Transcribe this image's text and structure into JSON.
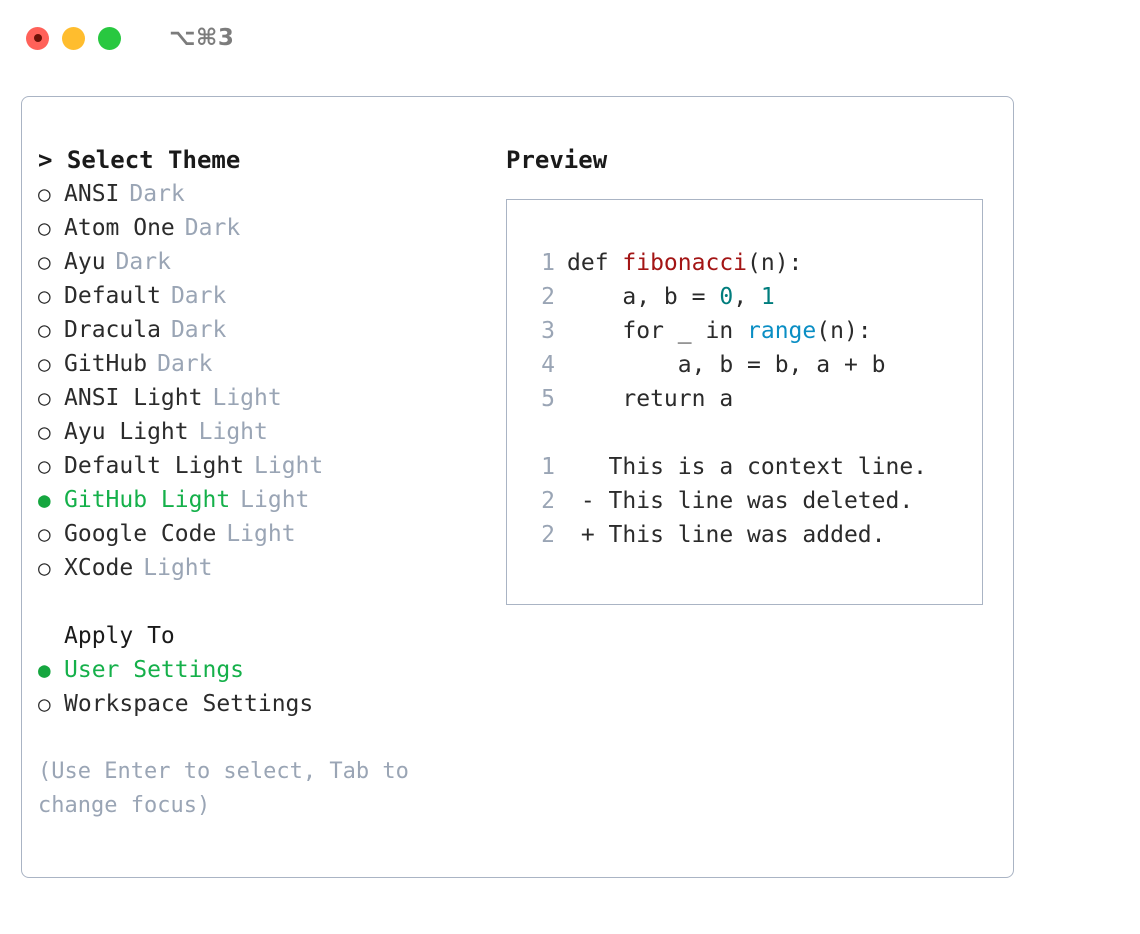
{
  "window": {
    "shortcut": "⌥⌘3",
    "traffic_lights": [
      {
        "name": "close",
        "color": "#ff6159"
      },
      {
        "name": "minimize",
        "color": "#ffbd2e"
      },
      {
        "name": "maximize",
        "color": "#28c840"
      }
    ]
  },
  "theme_picker": {
    "caret": ">",
    "title": "Select Theme",
    "marker_unselected": "○",
    "marker_selected": "●",
    "items": [
      {
        "label": "ANSI",
        "tag": "Dark",
        "selected": false
      },
      {
        "label": "Atom One",
        "tag": "Dark",
        "selected": false
      },
      {
        "label": "Ayu",
        "tag": "Dark",
        "selected": false
      },
      {
        "label": "Default",
        "tag": "Dark",
        "selected": false
      },
      {
        "label": "Dracula",
        "tag": "Dark",
        "selected": false
      },
      {
        "label": "GitHub",
        "tag": "Dark",
        "selected": false
      },
      {
        "label": "ANSI Light",
        "tag": "Light",
        "selected": false
      },
      {
        "label": "Ayu Light",
        "tag": "Light",
        "selected": false
      },
      {
        "label": "Default Light",
        "tag": "Light",
        "selected": false
      },
      {
        "label": "GitHub Light",
        "tag": "Light",
        "selected": true
      },
      {
        "label": "Google Code",
        "tag": "Light",
        "selected": false
      },
      {
        "label": "XCode",
        "tag": "Light",
        "selected": false
      }
    ]
  },
  "apply_to": {
    "title": "Apply To",
    "items": [
      {
        "label": "User Settings",
        "selected": true
      },
      {
        "label": "Workspace Settings",
        "selected": false
      }
    ]
  },
  "hint": "(Use Enter to select, Tab to change focus)",
  "preview": {
    "title": "Preview",
    "code_lines": [
      {
        "num": "1",
        "indent": "",
        "segments": [
          {
            "text": "def ",
            "style": "plain"
          },
          {
            "text": "fibonacci",
            "style": "tok-fn"
          },
          {
            "text": "(n):",
            "style": "plain"
          }
        ]
      },
      {
        "num": "2",
        "indent": "",
        "segments": [
          {
            "text": "    a, b = ",
            "style": "plain"
          },
          {
            "text": "0",
            "style": "tok-num"
          },
          {
            "text": ", ",
            "style": "plain"
          },
          {
            "text": "1",
            "style": "tok-num"
          }
        ]
      },
      {
        "num": "3",
        "indent": "",
        "segments": [
          {
            "text": "    for _ in ",
            "style": "plain"
          },
          {
            "text": "range",
            "style": "tok-call"
          },
          {
            "text": "(n):",
            "style": "plain"
          }
        ]
      },
      {
        "num": "4",
        "indent": "",
        "segments": [
          {
            "text": "        a, b = b, a + b",
            "style": "plain"
          }
        ]
      },
      {
        "num": "5",
        "indent": "",
        "segments": [
          {
            "text": "    return a",
            "style": "plain"
          }
        ]
      }
    ],
    "diff_lines": [
      {
        "num": "1",
        "sign": "  ",
        "text": "This is a context line.",
        "style": "diff-ctx"
      },
      {
        "num": "2",
        "sign": "- ",
        "text": "This line was deleted.",
        "style": "diff-del"
      },
      {
        "num": "2",
        "sign": "+ ",
        "text": "This line was added.",
        "style": "diff-add"
      }
    ]
  },
  "colors": {
    "accent_green": "#15b04a",
    "muted": "#9aa5b5",
    "border": "#aab4c4",
    "fn_red": "#a31515",
    "number_teal": "#007d7d",
    "call_blue": "#0a8ec4",
    "diff_deleted": "#c62a17",
    "diff_added": "#00b521",
    "diff_context": "#707070"
  }
}
